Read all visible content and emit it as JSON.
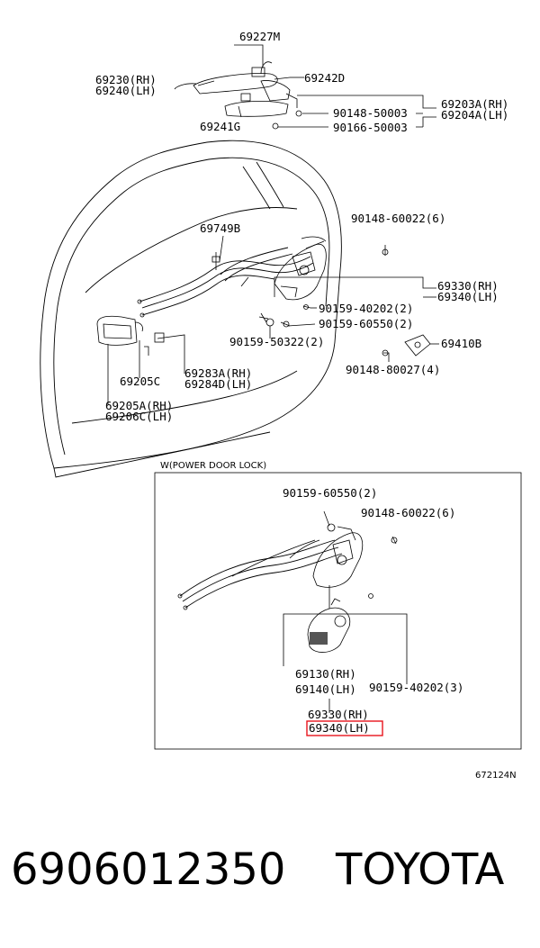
{
  "diagram": {
    "labels": {
      "p69227M": "69227M",
      "p69230": "69230(RH)",
      "p69240": "69240(LH)",
      "p69242D": "69242D",
      "p69241G": "69241G",
      "p90148_50003": "90148-50003",
      "p90166_50003": "90166-50003",
      "p69203A": "69203A(RH)",
      "p69204A": "69204A(LH)",
      "p90148_60022": "90148-60022(6)",
      "p69749B": "69749B",
      "p69330": "69330(RH)",
      "p69340": "69340(LH)",
      "p90159_40202": "90159-40202(2)",
      "p90159_60550": "90159-60550(2)",
      "p90159_50322": "90159-50322(2)",
      "p69410B": "69410B",
      "p90148_80027": "90148-80027(4)",
      "p69205C": "69205C",
      "p69283A": "69283A(RH)",
      "p69284D": "69284D(LH)",
      "p69205A": "69205A(RH)",
      "p69206C": "69206C(LH)",
      "inset_title": "W(POWER DOOR LOCK)",
      "i90159_60550": "90159-60550(2)",
      "i90148_60022": "90148-60022(6)",
      "i69130": "69130(RH)",
      "i69140": "69140(LH)",
      "i90159_40202": "90159-40202(3)",
      "i69330": "69330(RH)",
      "i69340": "69340(LH)",
      "drawing_code": "672124N"
    },
    "highlight_color": "#e8141c"
  },
  "footer": {
    "part_number": "6906012350",
    "brand": "TOYOTA"
  }
}
